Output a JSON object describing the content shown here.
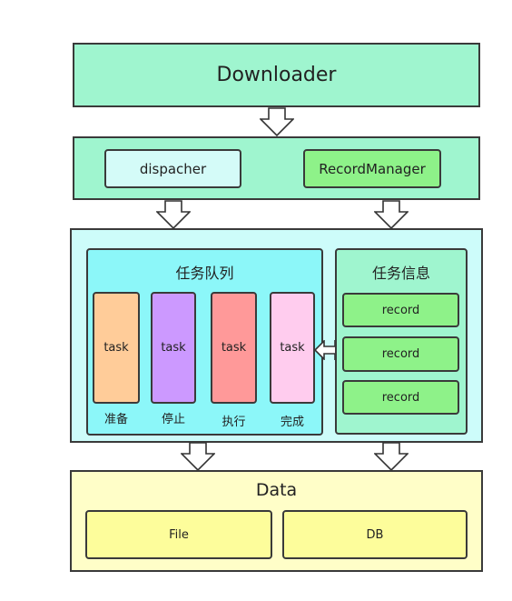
{
  "downloader": {
    "label": "Downloader",
    "color": "#9ff5cf"
  },
  "middle": {
    "dispatcher_label": "dispacher",
    "record_manager_label": "RecordManager",
    "color": "#9ff5cf",
    "dispatcher_color": "#d4fbf8",
    "record_manager_color": "#8ef289"
  },
  "queue_section": {
    "outer_color": "#cdfcfa",
    "queue_title": "任务队列",
    "queue_color": "#8cf7f9",
    "tasks": [
      {
        "text": "task",
        "label": "准备",
        "color": "#ffcc99"
      },
      {
        "text": "task",
        "label": "停止",
        "color": "#cc99ff"
      },
      {
        "text": "task",
        "label": "执行",
        "color": "#ff9999"
      },
      {
        "text": "task",
        "label": "完成",
        "color": "#ffccee"
      }
    ],
    "info_title": "任务信息",
    "info_color": "#9ff5cf",
    "records": [
      {
        "label": "record",
        "color": "#8ef289"
      },
      {
        "label": "record",
        "color": "#8ef289"
      },
      {
        "label": "record",
        "color": "#8ef289"
      }
    ]
  },
  "data_section": {
    "title": "Data",
    "color": "#fffec8",
    "file_label": "File",
    "db_label": "DB",
    "item_color": "#fdfd9b"
  }
}
